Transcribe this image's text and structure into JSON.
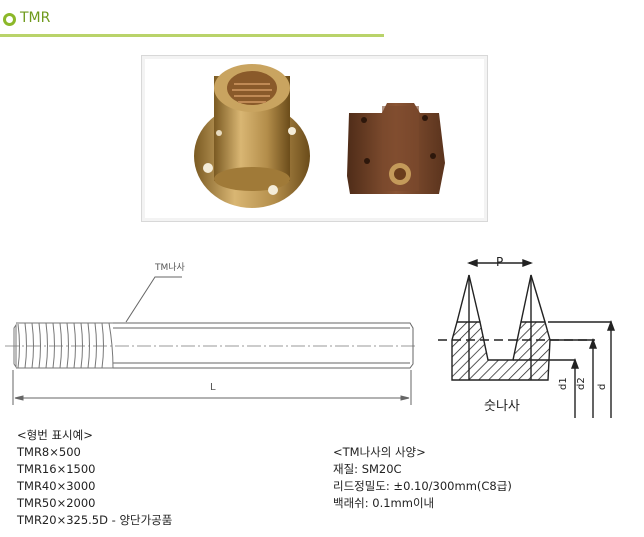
{
  "header": {
    "title": "TMR",
    "accent_color": "#8cb82a"
  },
  "photo": {
    "items": [
      "flanged-bronze-nut",
      "square-bronze-nut-block"
    ]
  },
  "drawing": {
    "leader_label": "TM나사",
    "length_label": "L",
    "pitch_label": "P",
    "thread_name": "숫나사",
    "dim_labels": [
      "d1",
      "d2",
      "d"
    ]
  },
  "model_examples": {
    "heading": "<형번 표시예>",
    "items": [
      "TMR8×500",
      "TMR16×1500",
      "TMR40×3000",
      "TMR50×2000",
      "TMR20×325.5D - 양단가공품"
    ]
  },
  "specs": {
    "heading": "<TM나사의 사양>",
    "items": [
      "재질: SM20C",
      "리드정밀도: ±0.10/300mm(C8급)",
      "백래쉬: 0.1mm이내"
    ]
  }
}
